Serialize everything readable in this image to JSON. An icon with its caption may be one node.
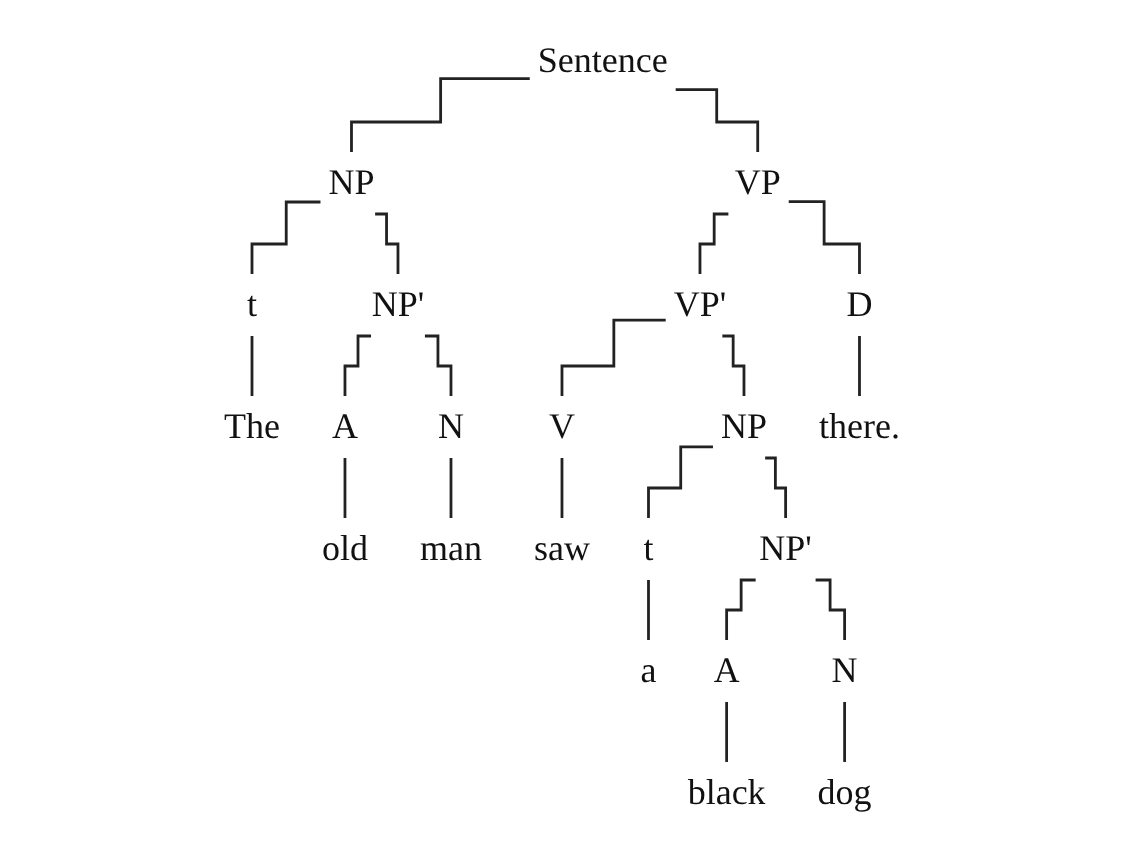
{
  "diagram": {
    "nodes": [
      {
        "text": [
          "Sentence"
        ]
      },
      {
        "text": [
          "NP"
        ]
      },
      {
        "text": [
          "VP"
        ]
      },
      {
        "text": [
          "t"
        ]
      },
      {
        "text": [
          "NP'"
        ]
      },
      {
        "text": [
          "VP'"
        ]
      },
      {
        "text": [
          "D"
        ]
      },
      {
        "text": [
          "A"
        ]
      },
      {
        "text": [
          "N"
        ]
      },
      {
        "text": [
          "V"
        ]
      },
      {
        "text": [
          "NP"
        ]
      },
      {
        "text": [
          "t"
        ]
      },
      {
        "text": [
          "NP'"
        ]
      },
      {
        "text": [
          "A"
        ]
      },
      {
        "text": [
          "N"
        ]
      },
      {
        "text": [
          "The"
        ]
      },
      {
        "text": [
          "old"
        ]
      },
      {
        "text": [
          "man"
        ]
      },
      {
        "text": [
          "saw"
        ]
      },
      {
        "text": [
          "a"
        ]
      },
      {
        "text": [
          "black"
        ]
      },
      {
        "text": [
          "dog"
        ]
      },
      {
        "text": [
          "there."
        ]
      }
    ],
    "edges": [
      {
        "from": 0,
        "to": 1,
        "arrow": "none"
      },
      {
        "from": 0,
        "to": 2,
        "arrow": "none"
      },
      {
        "from": 1,
        "to": 3,
        "arrow": "none"
      },
      {
        "from": 1,
        "to": 4,
        "arrow": "none"
      },
      {
        "from": 2,
        "to": 5,
        "arrow": "none"
      },
      {
        "from": 2,
        "to": 6,
        "arrow": "none"
      },
      {
        "from": 4,
        "to": 7,
        "arrow": "none"
      },
      {
        "from": 4,
        "to": 8,
        "arrow": "none"
      },
      {
        "from": 5,
        "to": 9,
        "arrow": "none"
      },
      {
        "from": 5,
        "to": 10,
        "arrow": "none"
      },
      {
        "from": 10,
        "to": 11,
        "arrow": "none"
      },
      {
        "from": 10,
        "to": 12,
        "arrow": "none"
      },
      {
        "from": 12,
        "to": 13,
        "arrow": "none"
      },
      {
        "from": 12,
        "to": 14,
        "arrow": "none"
      },
      {
        "from": 3,
        "to": 15,
        "arrow": "none"
      },
      {
        "from": 7,
        "to": 16,
        "arrow": "none"
      },
      {
        "from": 8,
        "to": 17,
        "arrow": "none"
      },
      {
        "from": 9,
        "to": 18,
        "arrow": "none"
      },
      {
        "from": 11,
        "to": 19,
        "arrow": "none"
      },
      {
        "from": 13,
        "to": 20,
        "arrow": "none"
      },
      {
        "from": 14,
        "to": 21,
        "arrow": "none"
      },
      {
        "from": 6,
        "to": 22,
        "arrow": "none"
      }
    ]
  }
}
